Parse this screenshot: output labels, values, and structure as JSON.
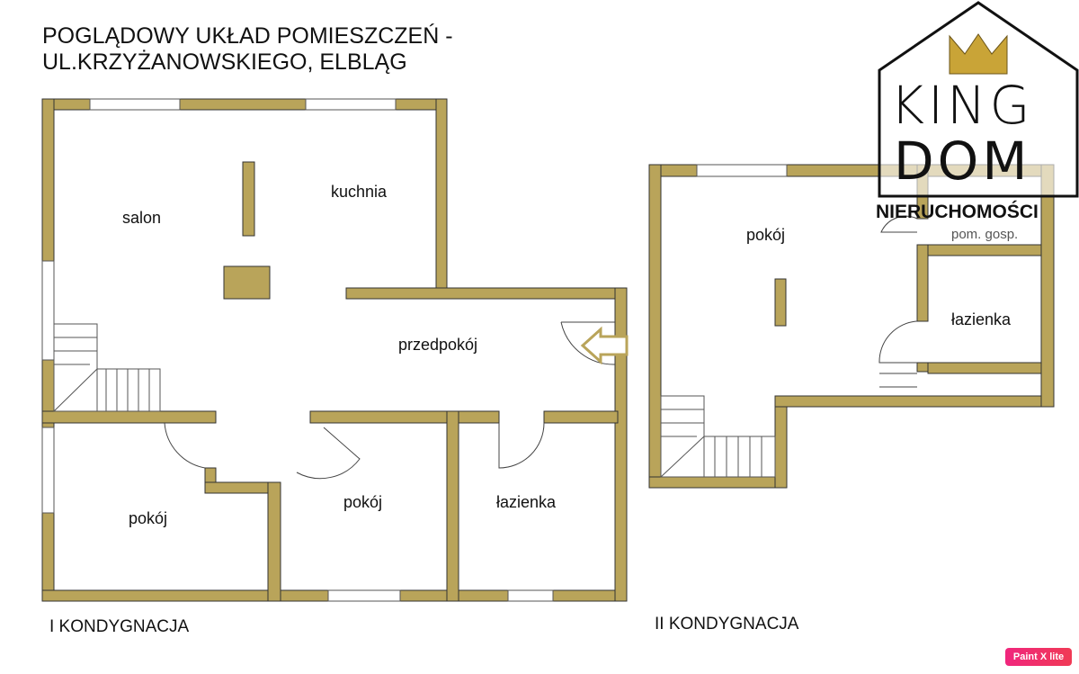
{
  "title": {
    "line1": "POGLĄDOWY UKŁAD POMIESZCZEŃ -",
    "line2": "UL.KRZYŻANOWSKIEGO, ELBLĄG"
  },
  "floor1": {
    "label": "I KONDYGNACJA",
    "rooms": {
      "salon": "salon",
      "kuchnia": "kuchnia",
      "przedpokoj": "przedpokój",
      "pokoj1": "pokój",
      "pokoj2": "pokój",
      "lazienka": "łazienka"
    }
  },
  "floor2": {
    "label": "II KONDYGNACJA",
    "rooms": {
      "pokoj": "pokój",
      "pom_gosp": "pom. gosp.",
      "lazienka": "łazienka"
    }
  },
  "logo": {
    "line1": "KING",
    "line2": "DOM",
    "line3": "NIERUCHOMOŚCI"
  },
  "badge": "Paint X lite",
  "colors": {
    "wall": "#b9a45a",
    "crown": "#c9a437"
  }
}
